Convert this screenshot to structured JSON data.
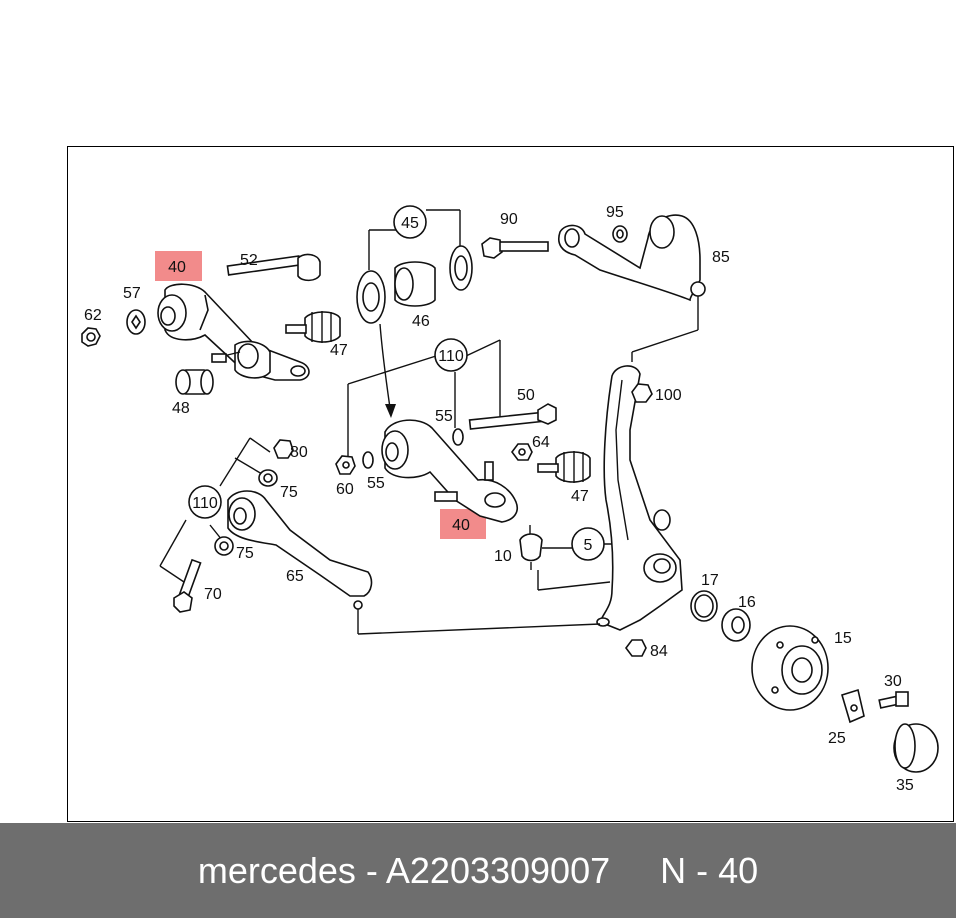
{
  "callouts": {
    "c62": "62",
    "c57": "57",
    "c40a": "40",
    "c52": "52",
    "c47a": "47",
    "c48": "48",
    "c45": "45",
    "c46": "46",
    "c90": "90",
    "c95": "95",
    "c85": "85",
    "c110a": "110",
    "c50": "50",
    "c55a": "55",
    "c64": "64",
    "c60": "60",
    "c55b": "55",
    "c47b": "47",
    "c40b": "40",
    "c10": "10",
    "c5": "5",
    "c100": "100",
    "c80": "80",
    "c75a": "75",
    "c110b": "110",
    "c75b": "75",
    "c70": "70",
    "c65": "65",
    "c17": "17",
    "c16": "16",
    "c15": "15",
    "c84": "84",
    "c30": "30",
    "c25": "25",
    "c35": "35"
  },
  "highlight_color": "#f28b8b",
  "footer": {
    "text": "mercedes - A2203309007     N - 40"
  }
}
